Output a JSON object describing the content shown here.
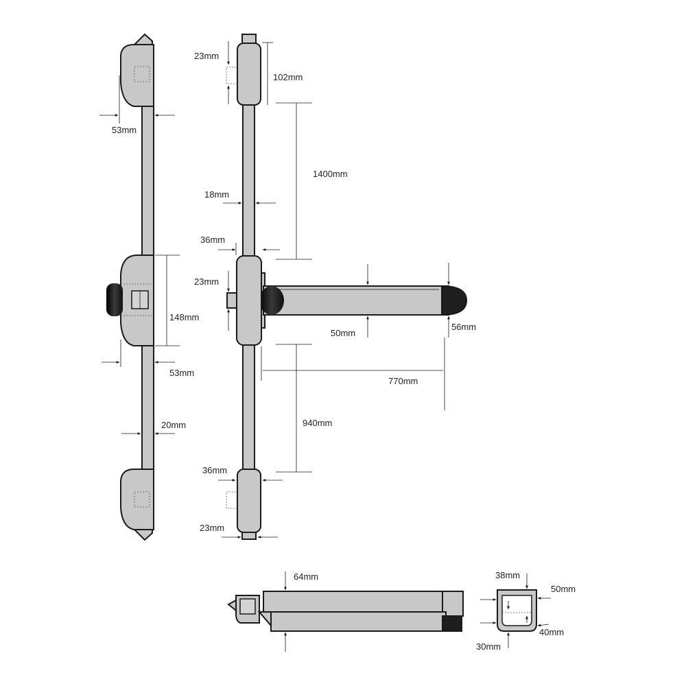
{
  "labels": {
    "side_top_depth": "53mm",
    "side_mid_depth": "53mm",
    "side_rod": "20mm",
    "side_box_height": "148mm",
    "front_top_bolt": "23mm",
    "front_top_case": "102mm",
    "front_upper_rod_length": "1400mm",
    "front_rod_width": "18mm",
    "front_upper_case_width": "36mm",
    "front_mid_bolt": "23mm",
    "front_bar_dia": "50mm",
    "front_bar_end": "56mm",
    "front_bar_length": "770mm",
    "front_lower_rod_length": "940mm",
    "front_lower_case_width": "36mm",
    "front_bottom_bolt": "23mm",
    "plan_height": "64mm",
    "section_top": "38mm",
    "section_outer": "50mm",
    "section_inner": "40mm",
    "section_bottom": "30mm"
  },
  "colors": {
    "part_fill": "#c8c8c8",
    "outline": "#1a1a1a",
    "handle_dark": "#1e1e1e"
  }
}
